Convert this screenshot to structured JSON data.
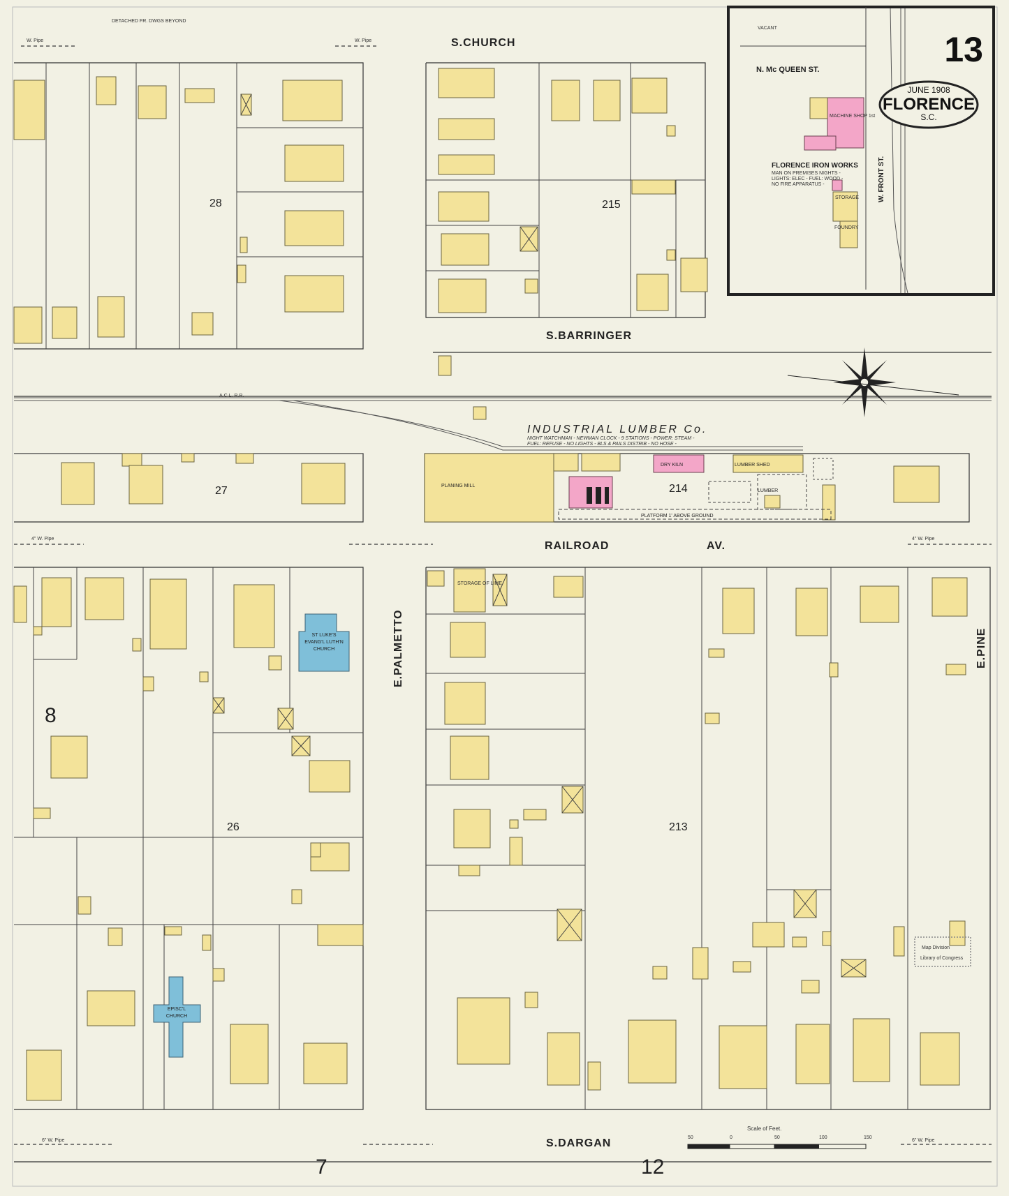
{
  "sheet": {
    "number": "13",
    "city": "FLORENCE",
    "state": "S.C.",
    "date": "JUNE 1908"
  },
  "streets": {
    "church": "S.CHURCH",
    "barringer": "S.BARRINGER",
    "railroad_av_1": "RAILROAD",
    "railroad_av_2": "AV.",
    "palmetto": "E.PALMETTO",
    "pine": "E.PINE",
    "dargan": "S.DARGAN",
    "mcqueen": "N. Mc QUEEN ST.",
    "front": "W. FRONT ST.",
    "acl_rr": "A.C.L. R.R."
  },
  "blocks": [
    "28",
    "215",
    "27",
    "214",
    "26",
    "213"
  ],
  "adjacent_sheets": [
    "8",
    "7",
    "12"
  ],
  "businesses": {
    "lumber_title": "INDUSTRIAL LUMBER Co.",
    "lumber_note1": "NIGHT WATCHMAN - NEWMAN CLOCK - 9 STATIONS - POWER: STEAM -",
    "lumber_note2": "FUEL: REFUSE - NO LIGHTS - BLS & PAILS DISTRIB - NO HOSE -",
    "planing_mill": "PLANING MILL",
    "dry_kiln": "DRY KILN",
    "lumber_shed": "LUMBER SHED",
    "lumber": "LUMBER",
    "platform": "PLATFORM 1' ABOVE GROUND",
    "iron_works": "FLORENCE IRON WORKS",
    "iron_note1": "MAN ON PREMISES NIGHTS -",
    "iron_note2": "LIGHTS: ELEC - FUEL: WOOD -",
    "iron_note3": "NO FIRE APPARATUS -",
    "machine_shop": "MACHINE SHOP 1st",
    "foundry": "FOUNDRY",
    "storage": "STORAGE",
    "church1_title1": "ST LUKE'S",
    "church1_title2": "EVANG'L LUTH'N",
    "church1_title3": "CHURCH",
    "church2_title1": "EPISC'L",
    "church2_title2": "CHURCH",
    "storage_lime": "STORAGE OF LIME",
    "vacant": "VACANT",
    "detached": "DETACHED FR. DWGS BEYOND"
  },
  "scale": {
    "label": "Scale of Feet.",
    "ticks": [
      "50",
      "0",
      "50",
      "100",
      "150"
    ]
  },
  "pipes": {
    "w_pipe": "W. Pipe",
    "pipe_4": "4\" W. Pipe",
    "pipe_6": "6\" W. Pipe"
  },
  "stamp": {
    "line1": "Map Division",
    "line2": "Library of Congress"
  },
  "colors": {
    "paper": "#f2f1e4",
    "frame_brick": "#f3a6c8",
    "frame_wood": "#f3e39a",
    "stone": "#7fbfd9"
  }
}
